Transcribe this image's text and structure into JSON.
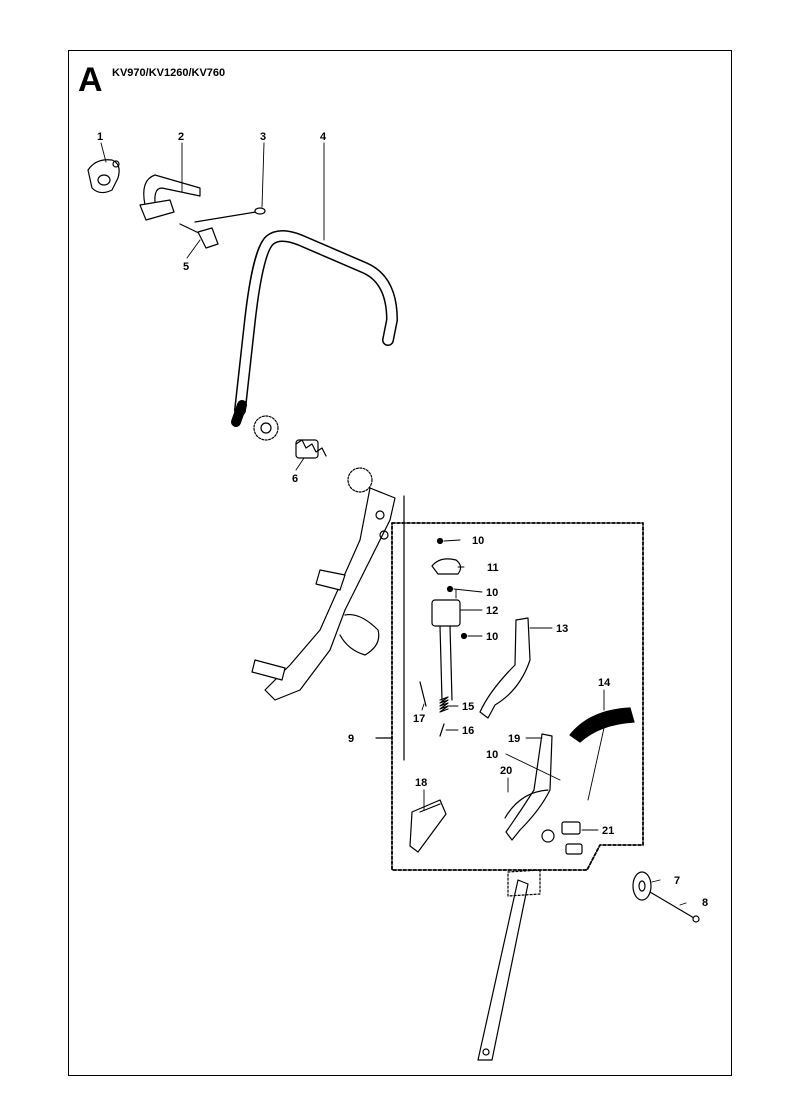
{
  "section_letter": "A",
  "models": "KV970/KV1260/KV760",
  "callouts": [
    "1",
    "2",
    "3",
    "4",
    "5",
    "6",
    "7",
    "8",
    "9",
    "10",
    "10",
    "10",
    "10",
    "11",
    "12",
    "13",
    "14",
    "15",
    "16",
    "17",
    "18",
    "19",
    "20",
    "21"
  ]
}
